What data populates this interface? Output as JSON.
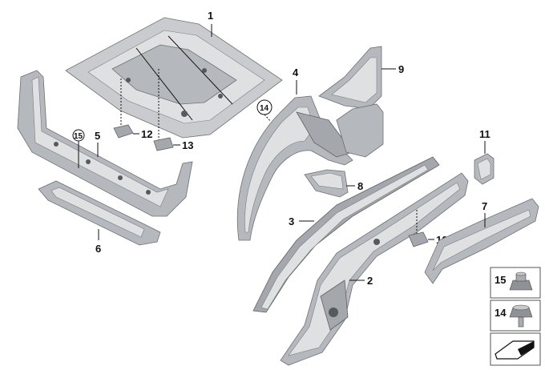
{
  "callouts": {
    "c1": "1",
    "c2": "2",
    "c3": "3",
    "c4": "4",
    "c5": "5",
    "c6": "6",
    "c7": "7",
    "c8": "8",
    "c9": "9",
    "c10": "10",
    "c11": "11",
    "c12": "12",
    "c13": "13",
    "c14": "14",
    "c15": "15"
  },
  "legend": {
    "item15": "15",
    "item14": "14"
  },
  "colors": {
    "part_light": "#c9cbce",
    "part_mid": "#b5b8bc",
    "part_dark": "#a4a7ac",
    "outline": "#6d7075"
  }
}
